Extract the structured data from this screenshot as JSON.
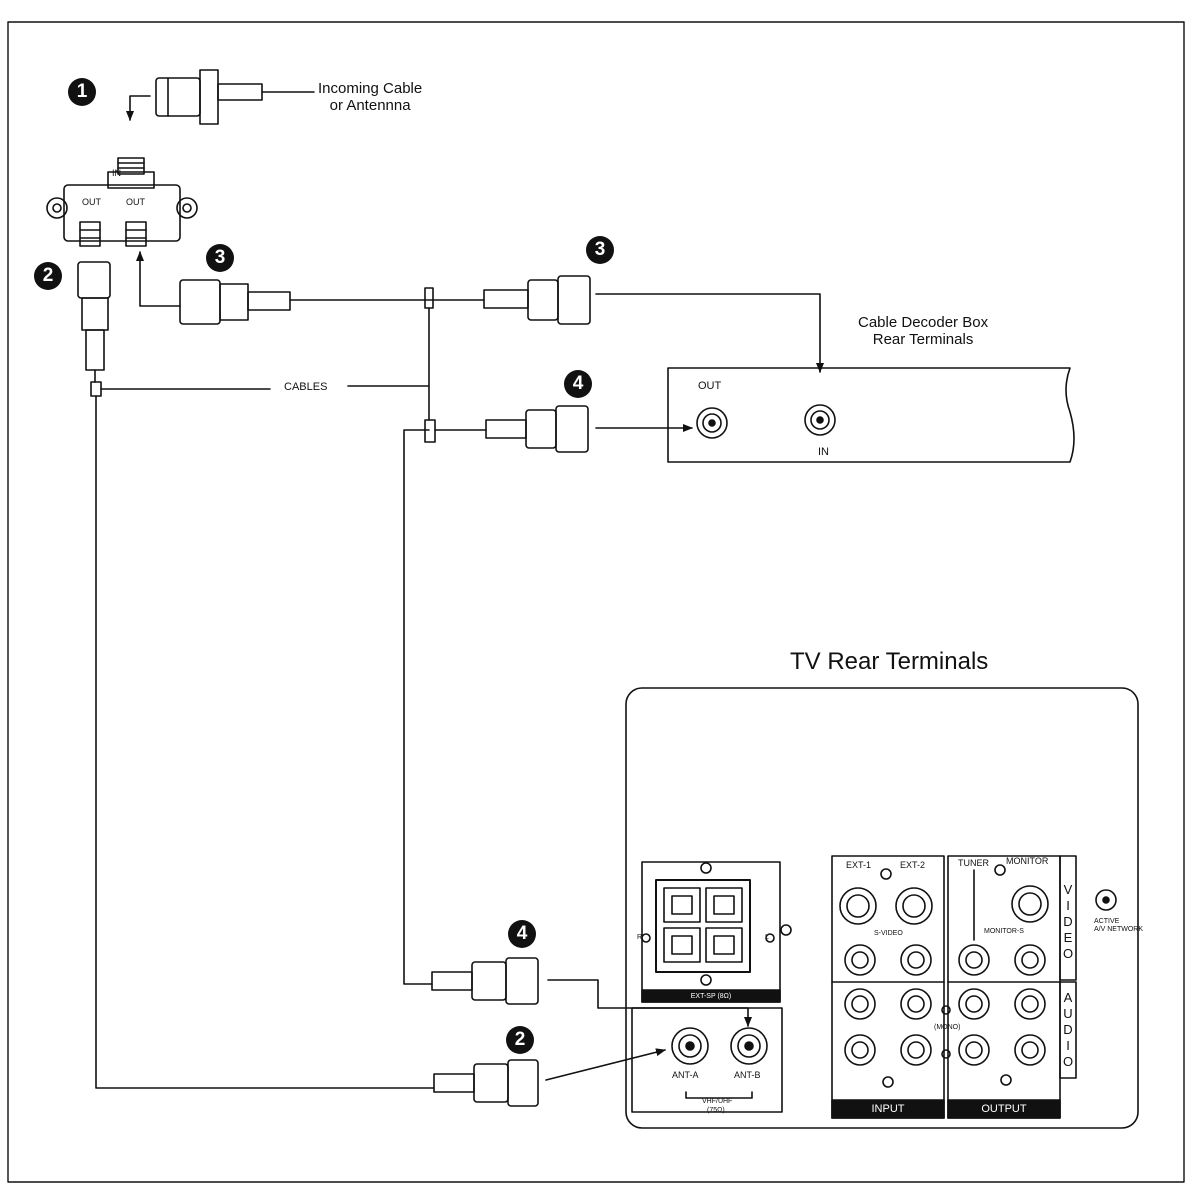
{
  "callouts": {
    "c1": "1",
    "c2a": "2",
    "c3a": "3",
    "c3b": "3",
    "c4a": "4",
    "c2b": "2",
    "c4b": "4"
  },
  "labels": {
    "incoming": "Incoming Cable\nor Antennna",
    "splitter_in": "IN",
    "splitter_out_left": "OUT",
    "splitter_out_right": "OUT",
    "cables": "CABLES",
    "decoder_title": "Cable Decoder Box\nRear Terminals",
    "decoder_out": "OUT",
    "decoder_in": "IN",
    "tv_title": "TV Rear Terminals"
  },
  "tv_panel": {
    "ext_sp": "EXT-SP (8Ω)",
    "r": "R",
    "l": "L",
    "ant_a": "ANT-A",
    "ant_b": "ANT-B",
    "vhf_uhf": "VHF/UHF",
    "ohm": "(75Ω)",
    "ext1": "EXT-1",
    "ext2": "EXT-2",
    "s_video": "S-VIDEO",
    "tuner": "TUNER",
    "monitor": "MONITOR",
    "monitor_s": "MONITOR-S",
    "mono": "(MONO)",
    "input": "INPUT",
    "output": "OUTPUT",
    "video": "VIDEO",
    "audio": "AUDIO",
    "active_1": "ACTIVE",
    "active_2": "A/V NETWORK"
  },
  "colors": {
    "ink": "#111111",
    "paper": "#ffffff",
    "tint": "#f4f4f4"
  }
}
